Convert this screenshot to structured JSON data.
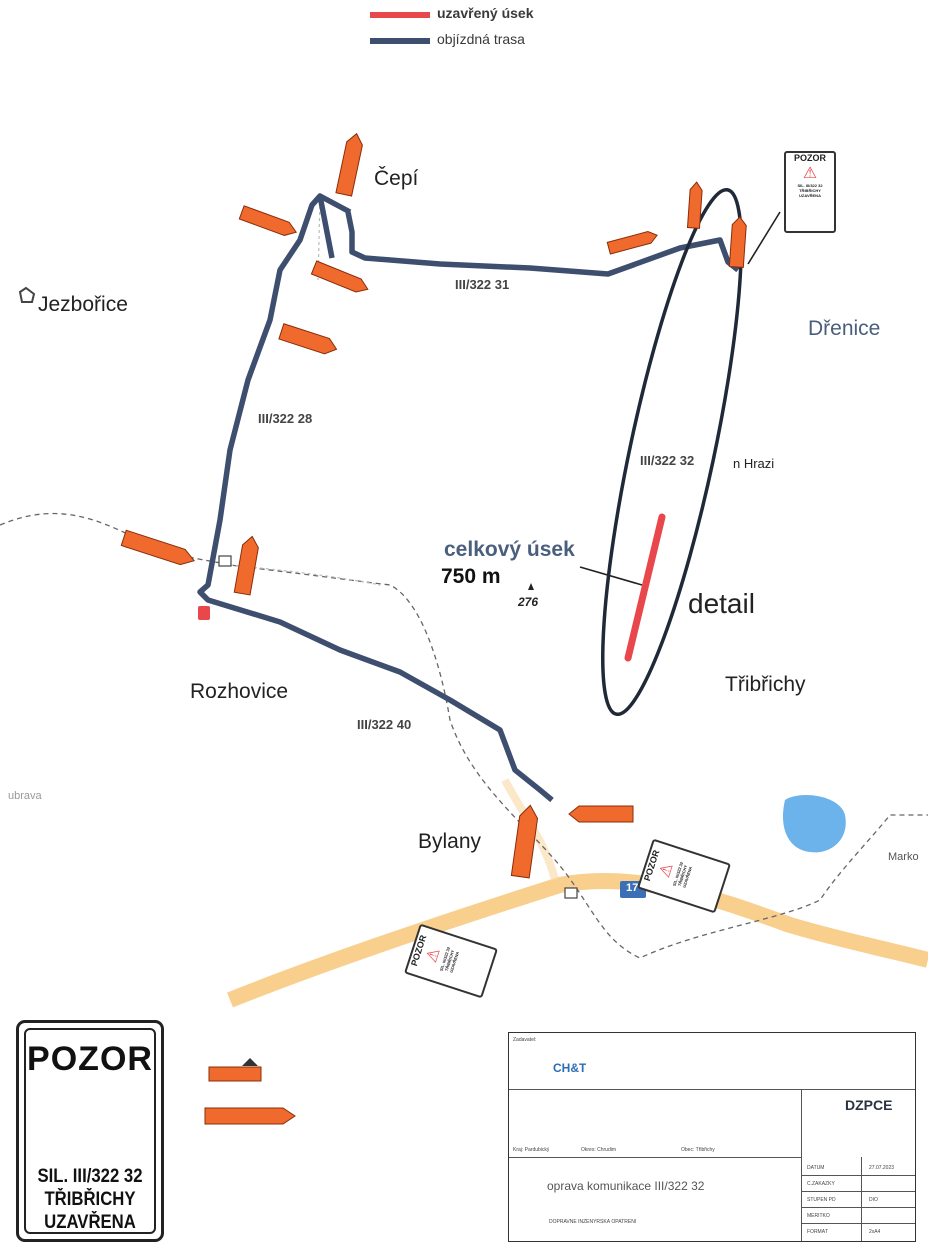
{
  "legend": {
    "closed_label": "uzavřený úsek",
    "detour_label": "objízdná trasa",
    "closed_color": "#e8474b",
    "detour_color": "#3e4e6e"
  },
  "places": {
    "cepi": "Čepí",
    "jezborice": "Jezbořice",
    "drenice": "Dřenice",
    "hrazi": "n Hrazi",
    "rozhovice": "Rozhovice",
    "tribrichy": "Třibřichy",
    "bylany": "Bylany",
    "dubrava": "ubrava",
    "marko": "Marko"
  },
  "roads": {
    "r31": "III/322 31",
    "r28": "III/322 28",
    "r32": "III/322 32",
    "r40": "III/322 40",
    "route17": "17"
  },
  "closure": {
    "total_label": "celkový úsek",
    "length": "750 m",
    "elevation": "276",
    "detail_label": "detail"
  },
  "sign": {
    "title": "POZOR",
    "line1": "SIL. III/322 32",
    "line2": "TŘIBŘICHY",
    "line3": "UZAVŘENA",
    "border_color": "#e8474b"
  },
  "map_colors": {
    "arrow_fill": "#ef6a2c",
    "road_yellow": "#f8c77a",
    "water": "#6cb3ec",
    "ellipse": "#1f2937"
  },
  "title_block": {
    "investor_label": "Zadavatel:",
    "company_logo": "CH&T",
    "company_name": "DZPCE",
    "project": "oprava komunikace III/322 32",
    "drawing": "DOPRAVNĚ INŽENÝRSKÁ OPATŘENÍ",
    "kraj": "Kraj: Pardubický",
    "okres": "Okres: Chrudim",
    "obec": "Obec: Třibřichy",
    "rows": [
      {
        "label": "DATUM",
        "value": "27.07.2023"
      },
      {
        "label": "Č.ZAKÁZKY",
        "value": ""
      },
      {
        "label": "STUPEŇ PD",
        "value": "DIO"
      },
      {
        "label": "MĚŘÍTKO",
        "value": ""
      },
      {
        "label": "FORMÁT",
        "value": "2xA4"
      }
    ]
  }
}
